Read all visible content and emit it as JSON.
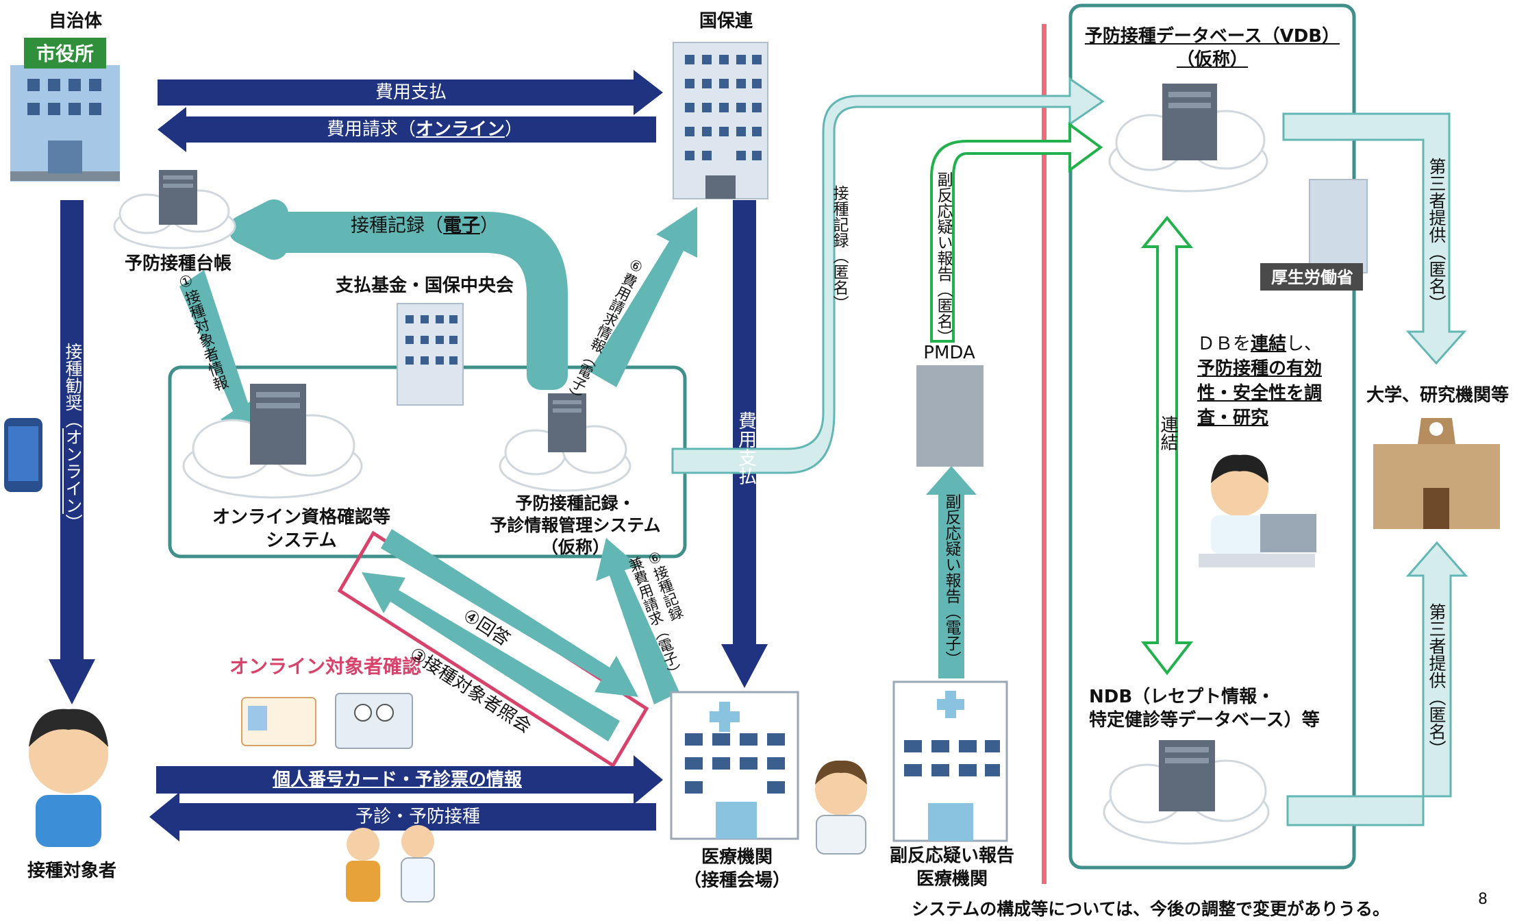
{
  "colors": {
    "navy": "#1f3380",
    "teal": "#62b7b4",
    "teal_light": "#d5ecec",
    "green": "#22b14c",
    "pink": "#d8436b",
    "red_line": "#ee6b79",
    "frame_teal": "#3f8f8a"
  },
  "nodes": {
    "municipality": "自治体",
    "city_hall_sign": "市役所",
    "kokuhoren": "国保連",
    "vdb_line1": "予防接種データベース（VDB）",
    "vdb_line2": "（仮称）",
    "registry": "予防接種台帳",
    "shiharai": "支払基金・国保中央会",
    "online_system_line1": "オンライン資格確認等",
    "online_system_line2": "システム",
    "record_system_line1": "予防接種記録・",
    "record_system_line2": "予診情報管理システム",
    "record_system_line3": "（仮称）",
    "pmda": "PMDA",
    "mhlw_sign": "厚生労働省",
    "university": "大学、研究機関等",
    "ndb_line1": "NDB（レセプト情報・",
    "ndb_line2": "特定健診等データベース）等",
    "target_person": "接種対象者",
    "medical_line1": "医療機関",
    "medical_line2": "（接種会場）",
    "adverse_inst_line1": "副反応疑い報告",
    "adverse_inst_line2": "医療機関",
    "online_check": "オンライン対象者確認",
    "note": "システムの構成等については、今後の調整で変更がありうる。",
    "page_number": "8"
  },
  "db_note": {
    "pre1": "ＤＢを",
    "link": "連結",
    "post1": "し、",
    "line2": "予防接種の有効",
    "line3": "性・安全性を調",
    "line4": "査・研究"
  },
  "arrows": {
    "payment_top_pre": "費用支払",
    "claim_pre": "費用請求（",
    "claim_online": "オンライン",
    "claim_post": "）",
    "record_pre": "接種記録（",
    "record_electronic": "電子",
    "record_post": "）",
    "target_info": "①接種対象者情報",
    "kanshou_pre": "接種勧奨（",
    "kanshou_online": "オンライン",
    "kanshou_post": "）",
    "claim_info": "⑥費用請求情報（電子）",
    "payment_vertical": "費用支払",
    "vaccination_record_anon": "接種記録（匿名）",
    "adverse_anon": "副反応疑い報告（匿名）",
    "adverse_electronic": "副反応疑い報告（電子）",
    "third_party_top": "第三者提供（匿名）",
    "third_party_bottom": "第三者提供（匿名）",
    "linkage": "連結",
    "inquiry": "③接種対象者照会",
    "answer": "④回答",
    "record_claim_line1": "⑥接種記録",
    "record_claim_line2": "兼費用請求（電子）",
    "mynumber": "個人番号カード・予診票の情報",
    "prevaccination": "予診・予防接種"
  }
}
